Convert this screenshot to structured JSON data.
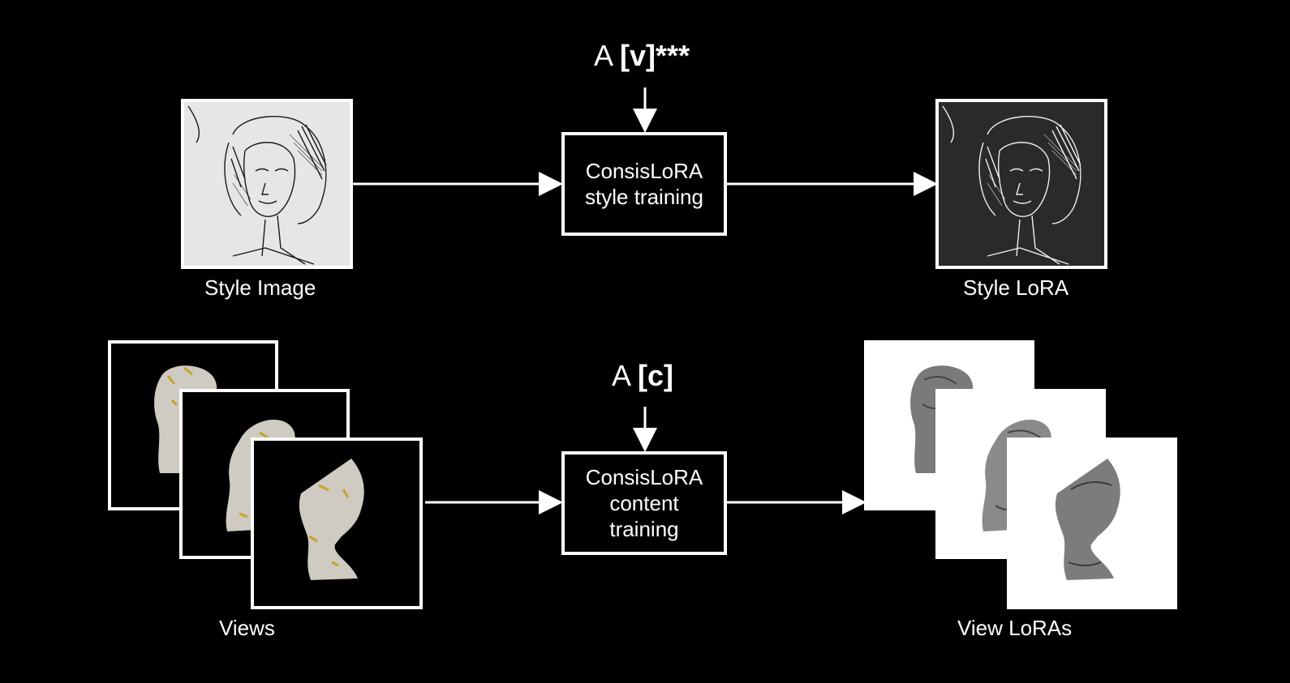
{
  "top_row": {
    "prompt": {
      "prefix": "A",
      "token": "[v]***"
    },
    "style_image_caption": "Style Image",
    "training_box_label": "ConsisLoRA\nstyle training",
    "output_caption": "Style LoRA"
  },
  "bottom_row": {
    "prompt": {
      "prefix": "A",
      "token": "[c]"
    },
    "views_caption": "Views",
    "training_box_label": "ConsisLoRA\ncontent\ntraining",
    "output_caption": "View LoRAs"
  },
  "colors": {
    "background": "#000000",
    "stroke": "#ffffff",
    "sketch_paper": "#e6e6e6",
    "sketch_ink": "#1a1a1a",
    "bust_stone": "#cfcac2",
    "bust_gold": "#c9a227"
  }
}
